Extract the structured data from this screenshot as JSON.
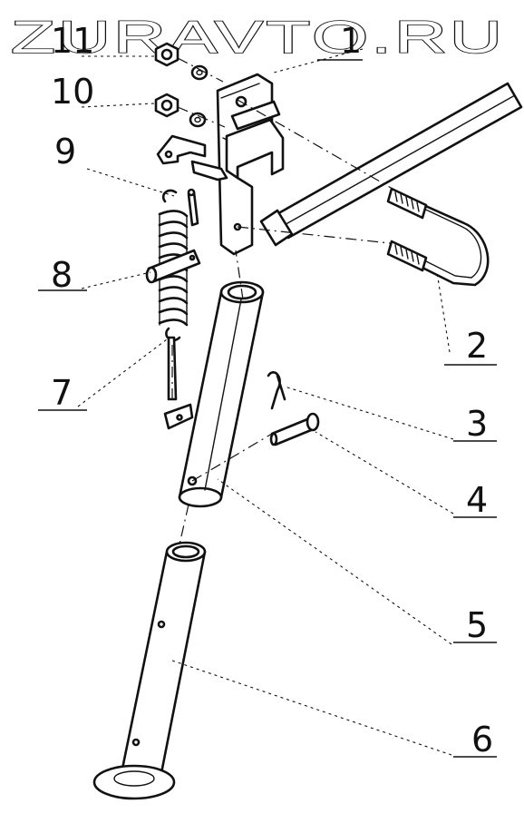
{
  "watermark": {
    "text": "ZURAVTO.RU"
  },
  "callouts": [
    {
      "id": 1,
      "label": "1"
    },
    {
      "id": 2,
      "label": "2"
    },
    {
      "id": 3,
      "label": "3"
    },
    {
      "id": 4,
      "label": "4"
    },
    {
      "id": 5,
      "label": "5"
    },
    {
      "id": 6,
      "label": "6"
    },
    {
      "id": 7,
      "label": "7"
    },
    {
      "id": 8,
      "label": "8"
    },
    {
      "id": 9,
      "label": "9"
    },
    {
      "id": 10,
      "label": "10"
    },
    {
      "id": 11,
      "label": "11"
    }
  ],
  "colors": {
    "ink": "#111111",
    "paper": "#ffffff"
  }
}
